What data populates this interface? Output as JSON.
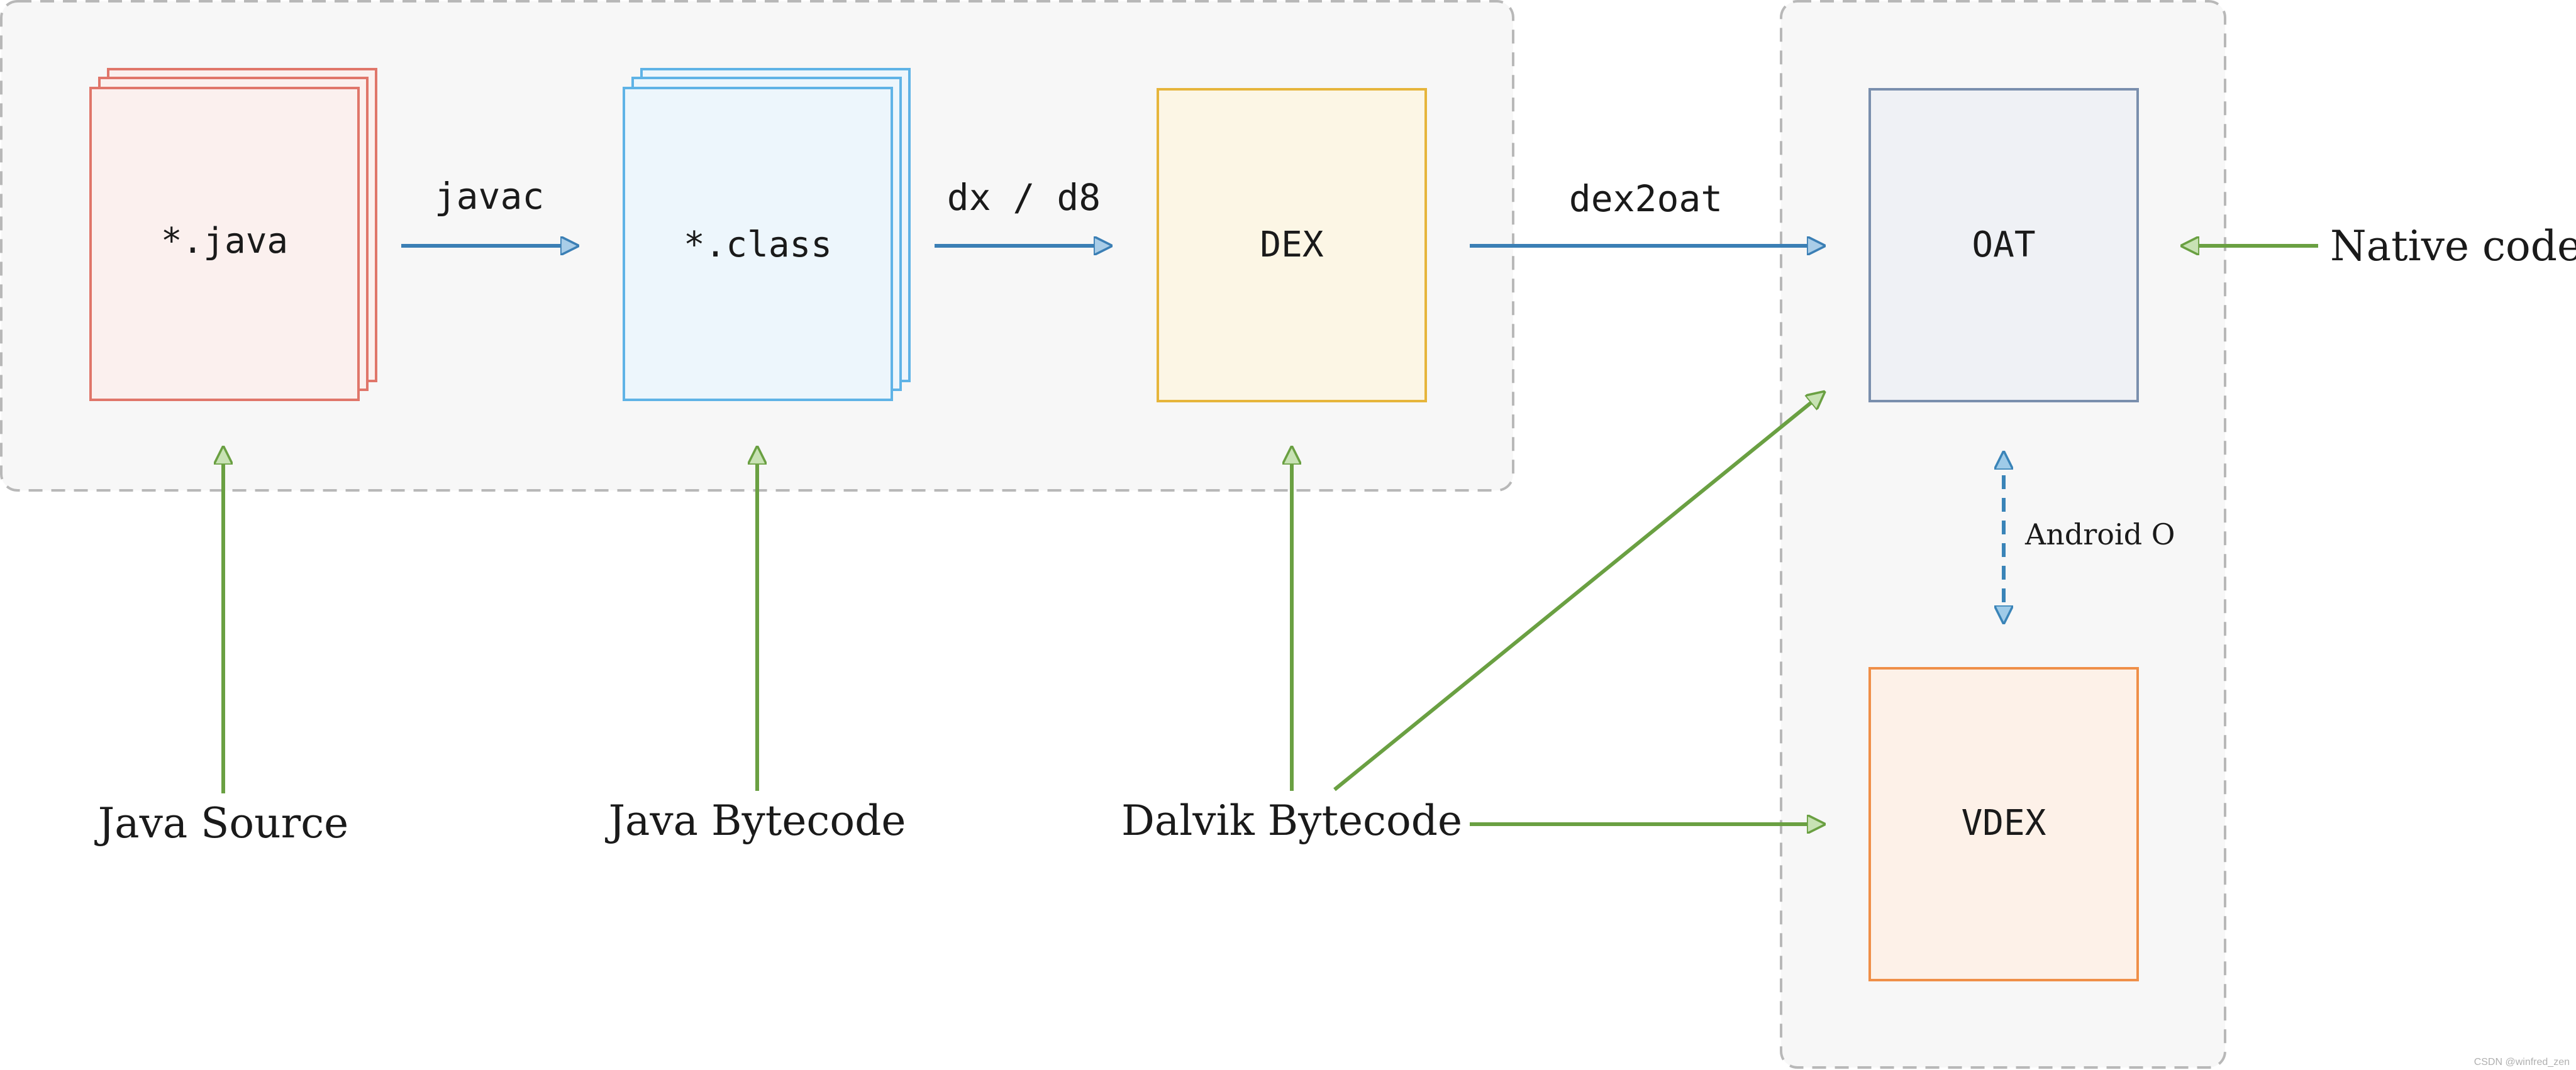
{
  "nodes": {
    "java": {
      "label": "*.java",
      "stroke": "#e0766a",
      "fill": "#fbf0ee"
    },
    "class": {
      "label": "*.class",
      "stroke": "#5fb3e6",
      "fill": "#edf6fc"
    },
    "dex": {
      "label": "DEX",
      "stroke": "#e6b53b",
      "fill": "#fcf6e5"
    },
    "oat": {
      "label": "OAT",
      "stroke": "#7a8fad",
      "fill": "#eff1f5"
    },
    "vdex": {
      "label": "VDEX",
      "stroke": "#ef8f48",
      "fill": "#fdf1e8"
    }
  },
  "edges": {
    "javac": "javac",
    "dx_d8": "dx / d8",
    "dex2oat": "dex2oat",
    "android_o": "Android O"
  },
  "sources": {
    "java_source": "Java Source",
    "java_bytecode": "Java Bytecode",
    "dalvik_bytecode": "Dalvik Bytecode",
    "native_code": "Native code"
  },
  "watermark": "CSDN @winfred_zen",
  "colors": {
    "group_fill": "#f7f7f7",
    "group_stroke": "#b8b8b8",
    "blue_arrow": "#3b7fb5",
    "green_arrow": "#6aa042",
    "dashed_arrow": "#3a84b8",
    "text": "#1a1a1a"
  }
}
